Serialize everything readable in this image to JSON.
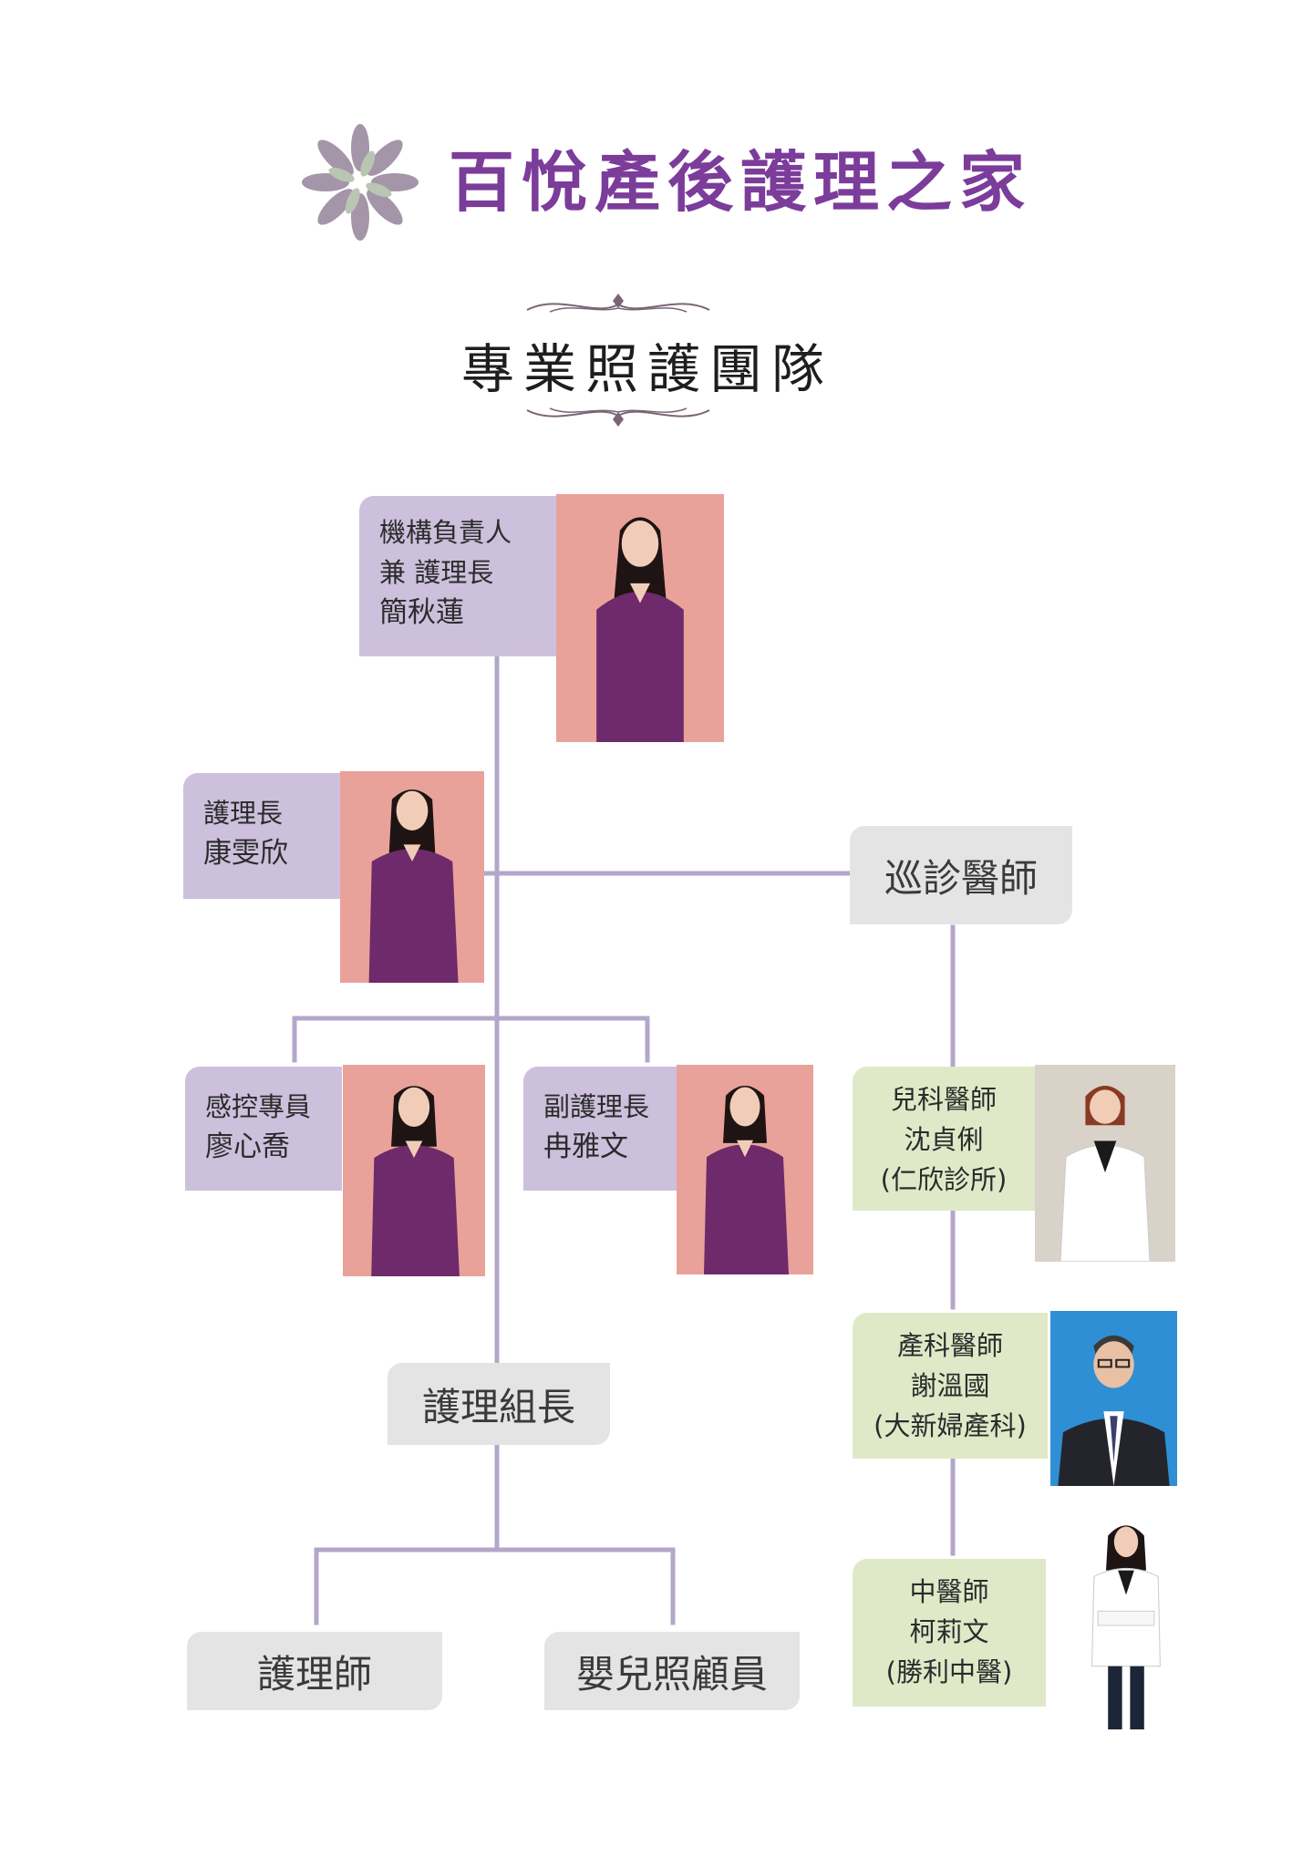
{
  "header": {
    "brand_title": "百悅產後護理之家",
    "subtitle": "專業照護團隊"
  },
  "nodes": {
    "director": {
      "line1": "機構負責人",
      "line2": "兼  護理長",
      "line3": "簡秋蓮"
    },
    "head_nurse": {
      "line1": "護理長",
      "line2": "康雯欣"
    },
    "infection_control": {
      "line1": "感控專員",
      "line2": "廖心喬"
    },
    "deputy_head_nurse": {
      "line1": "副護理長",
      "line2": "冉雅文"
    },
    "nursing_leader": "護理組長",
    "nurse": "護理師",
    "infant_caregiver": "嬰兒照顧員",
    "visiting_doctor": "巡診醫師",
    "pediatrician": {
      "line1": "兒科醫師",
      "line2": "沈貞俐",
      "line3": "(仁欣診所)"
    },
    "obstetrician": {
      "line1": "產科醫師",
      "line2": "謝溫國",
      "line3": "(大新婦產科)"
    },
    "tcm_doctor": {
      "line1": "中醫師",
      "line2": "柯莉文",
      "line3": "(勝利中醫)"
    }
  },
  "colors": {
    "brand_purple": "#7b3c9a",
    "staff_card": "#cdc0dc",
    "role_card": "#e4e4e4",
    "doctor_card": "#dfe9c8",
    "connector": "#b3a7c9",
    "uniform": "#6e2a6a",
    "photo_backdrop": "#e9a299"
  },
  "icons": [
    "lotus-logo-icon",
    "flourish-divider-icon"
  ]
}
